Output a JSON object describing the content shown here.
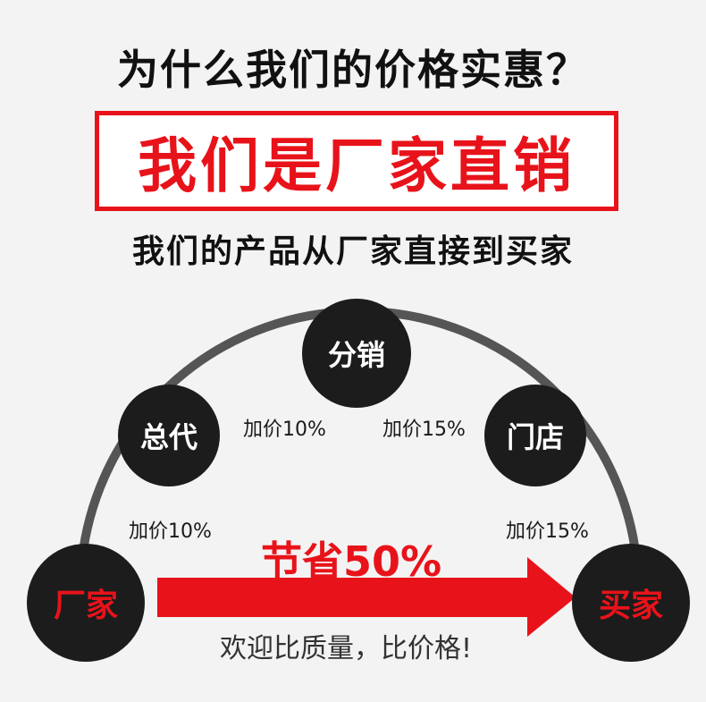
{
  "header": {
    "title": "为什么我们的价格实惠？",
    "banner": "我们是厂家直销",
    "subtitle": "我们的产品从厂家直接到买家"
  },
  "chain": {
    "factory": "厂家",
    "general_agent": "总代",
    "distributor": "分销",
    "store": "门店",
    "buyer": "买家"
  },
  "markups": {
    "factory_to_agent": "加价10%",
    "agent_to_distributor": "加价10%",
    "distributor_to_store": "加价15%",
    "store_to_buyer": "加价15%"
  },
  "direct": {
    "saving": "节省50%",
    "slogan": "欢迎比质量，比价格!"
  },
  "colors": {
    "accent_red": "#e8131a",
    "node_dark": "#1c1c1c",
    "arc_gray": "#555555"
  }
}
